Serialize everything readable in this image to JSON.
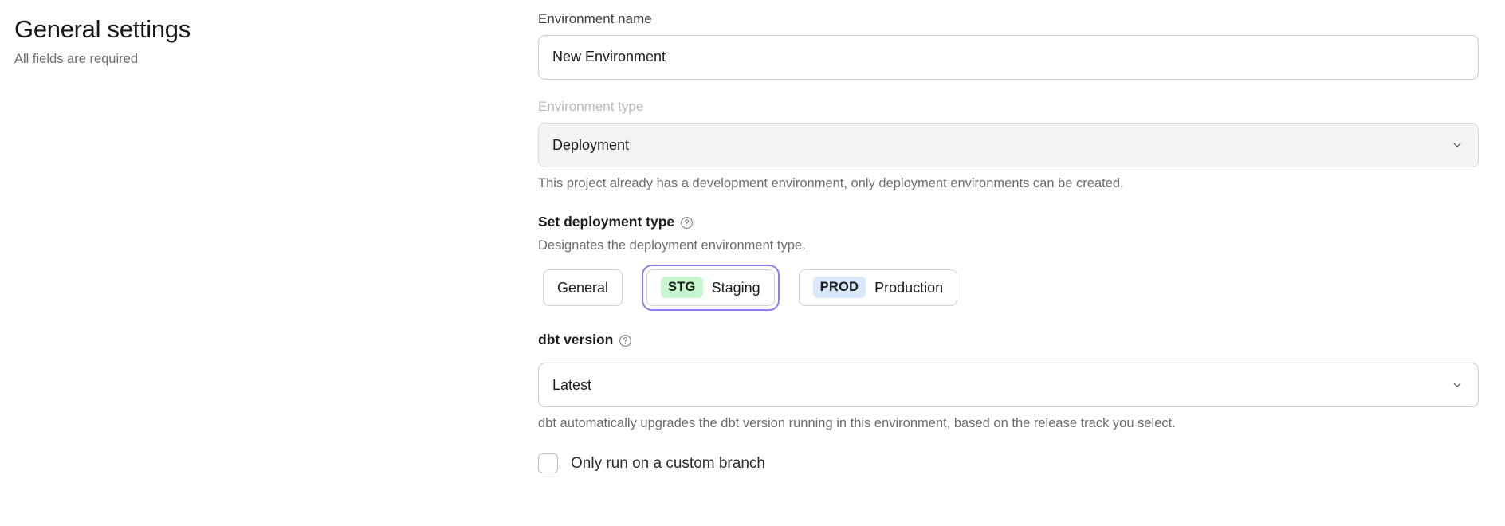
{
  "header": {
    "title": "General settings",
    "subtitle": "All fields are required"
  },
  "form": {
    "environment_name": {
      "label": "Environment name",
      "value": "New Environment",
      "placeholder": "New Environment"
    },
    "environment_type": {
      "label": "Environment type",
      "value": "Deployment",
      "disabled": true,
      "helper": "This project already has a development environment, only deployment environments can be created.",
      "chevron_icon": "chevron-down-icon"
    },
    "deployment_type": {
      "heading": "Set deployment type",
      "help_icon": "help-circle-icon",
      "description": "Designates the deployment environment type.",
      "selected": "Staging",
      "options": [
        {
          "label": "General",
          "badge": "",
          "badge_color": "",
          "selected": false
        },
        {
          "label": "Staging",
          "badge": "STG",
          "badge_color": "#c6f6d0",
          "selected": true
        },
        {
          "label": "Production",
          "badge": "PROD",
          "badge_color": "#d9e8fb",
          "selected": false
        }
      ],
      "focus_ring_color": "#8b7cf0"
    },
    "dbt_version": {
      "label": "dbt version",
      "help_icon": "help-circle-icon",
      "value": "Latest",
      "helper": "dbt automatically upgrades the dbt version running in this environment, based on the release track you select.",
      "chevron_icon": "chevron-down-icon"
    },
    "custom_branch": {
      "label": "Only run on a custom branch",
      "checked": false
    }
  }
}
